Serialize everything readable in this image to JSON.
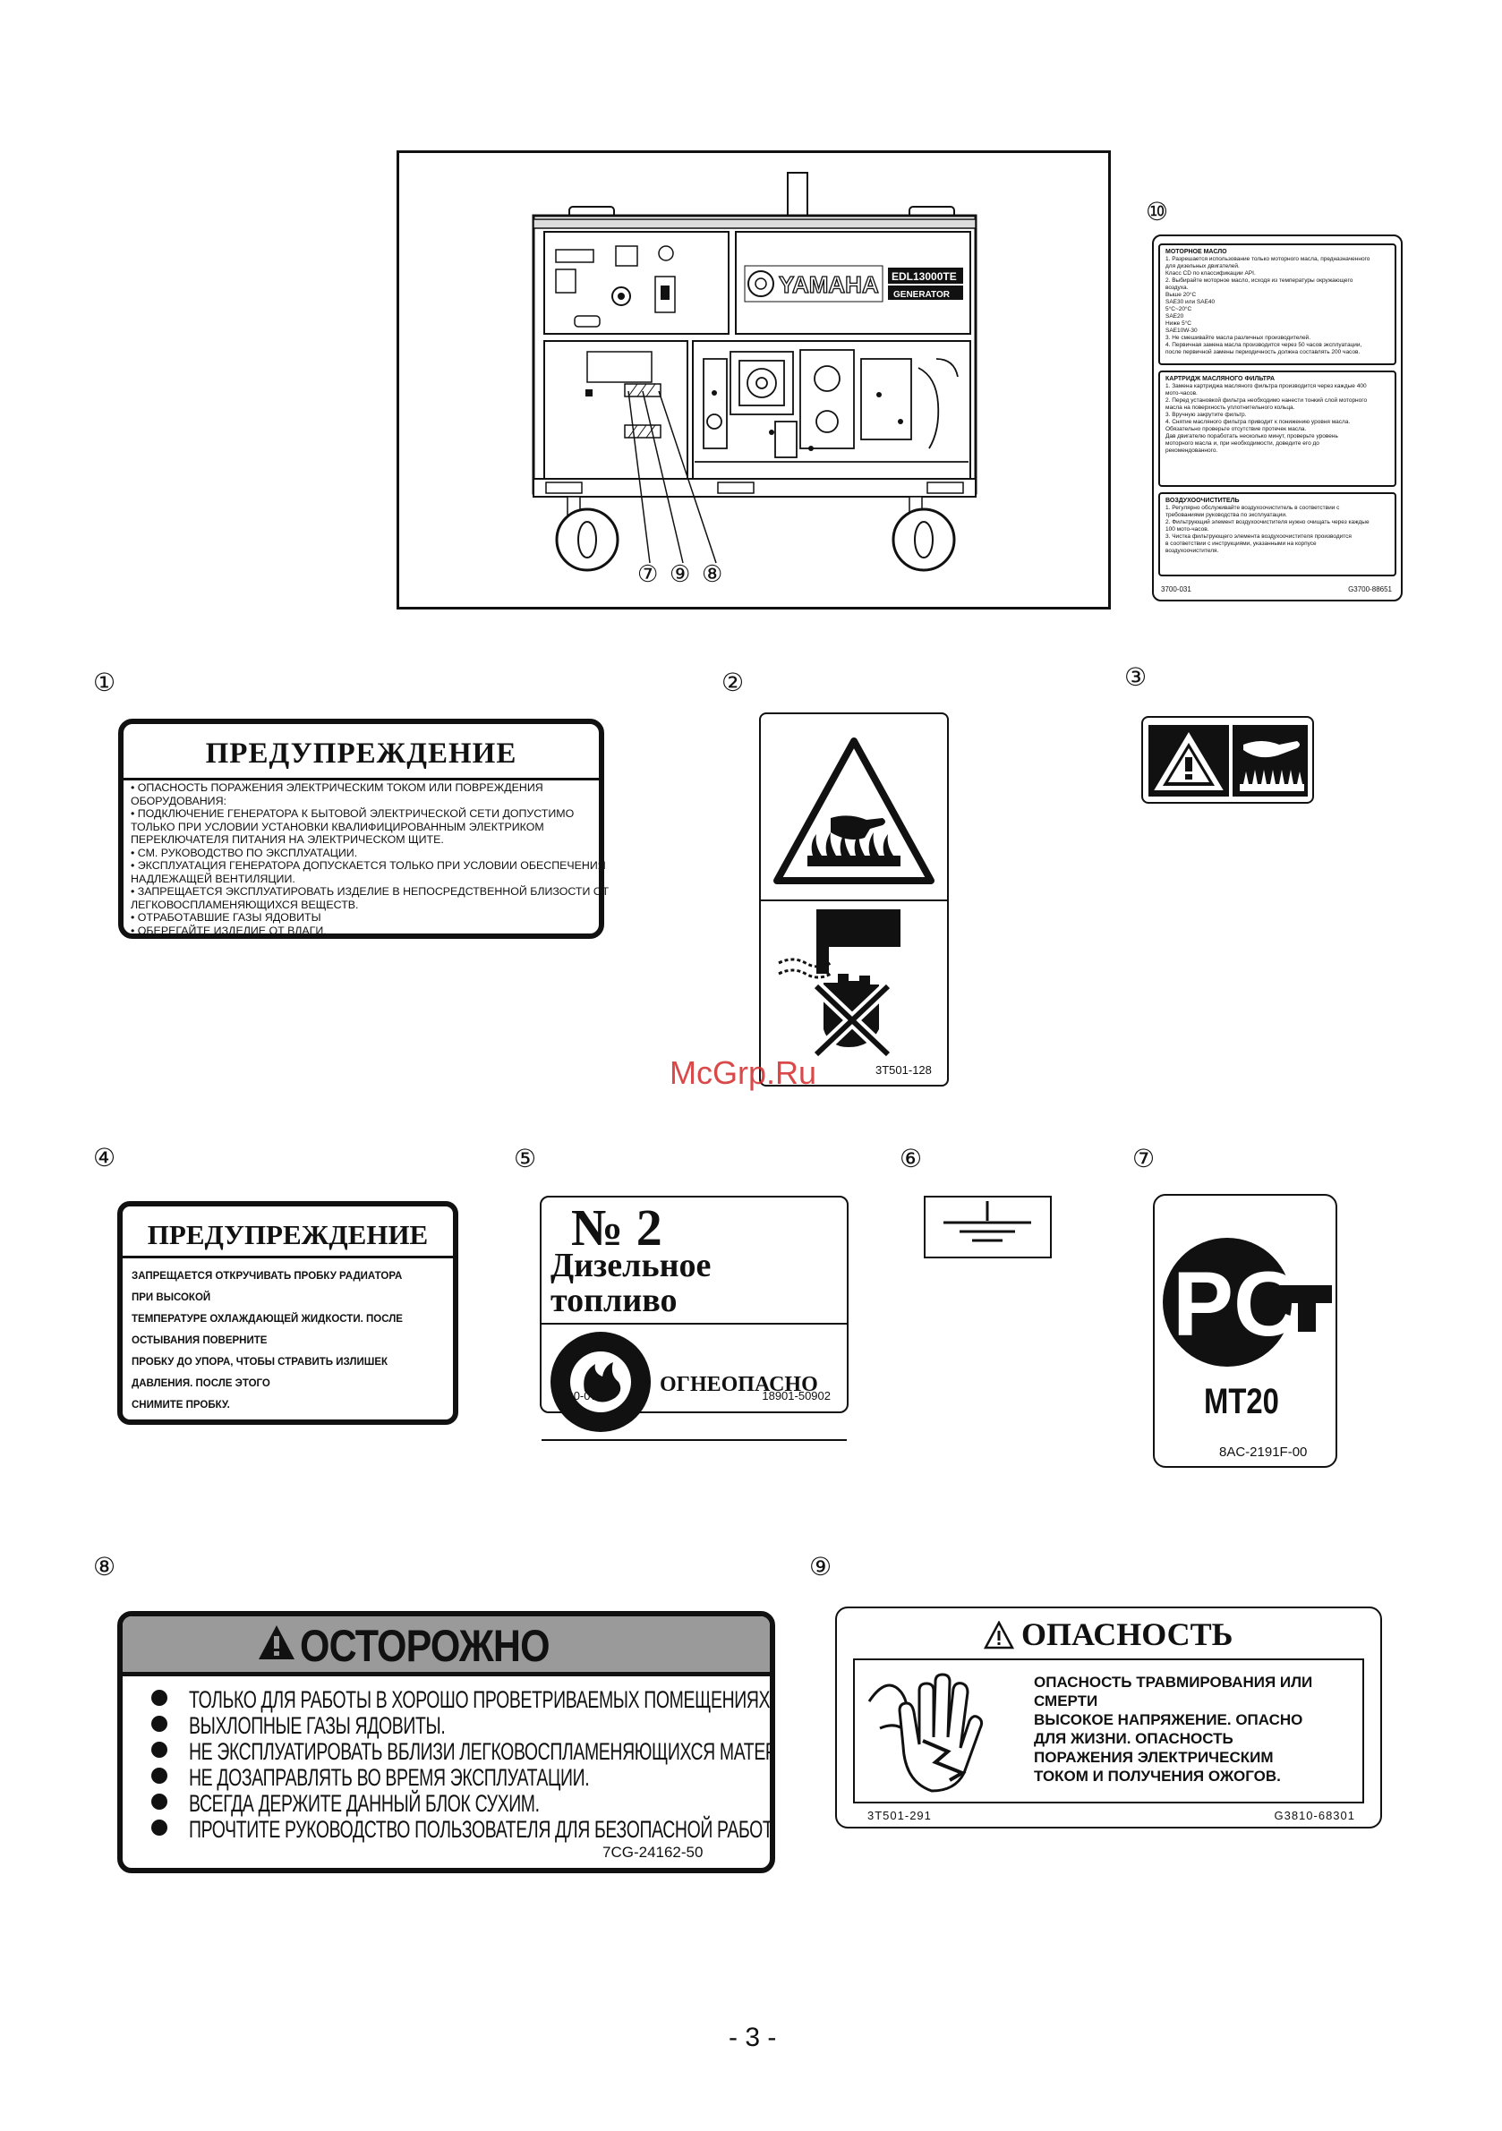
{
  "generator": {
    "brand": "YAMAHA",
    "model": "EDL13000TE",
    "model_sub": "GENERATOR",
    "callouts": [
      "⑦",
      "⑨",
      "⑧"
    ]
  },
  "label_numbers": [
    "①",
    "②",
    "③",
    "④",
    "⑤",
    "⑥",
    "⑦",
    "⑧",
    "⑨",
    "⑩"
  ],
  "label10": {
    "oil": {
      "title": "МОТОРНОЕ МАСЛО",
      "lines": [
        "1. Разрешается использование только моторного масла, предназначенного",
        "   для дизельных двигателей.",
        "   Класс CD по классификации API.",
        "2. Выбирайте моторное масло, исходя из температуры окружающего",
        "   воздуха.",
        "   Выше 20°C",
        "   SAE30 или SAE40",
        "   5°C~20°C",
        "   SAE20",
        "   Ниже 5°C",
        "   SAE10W-30",
        "3. Не смешивайте масла различных производителей.",
        "4. Первичная замена масла производится через 50 часов эксплуатации,",
        "   после первичной замены периодичность должна составлять 200 часов."
      ]
    },
    "filter": {
      "title": "КАРТРИДЖ МАСЛЯНОГО ФИЛЬТРА",
      "lines": [
        "1. Замена картриджа масляного фильтра производится через каждые 400",
        "   мото-часов.",
        "2. Перед установкой фильтра необходимо нанести тонкий слой моторного",
        "   масла на поверхность уплотнительного кольца.",
        "3. Вручную закрутите фильтр.",
        "4. Снятие масляного фильтра приводит к понижению уровня масла.",
        "   Обязательно проверьте отсутствие протечек масла.",
        "   Дав двигателю поработать несколько минут, проверьте уровень",
        "   моторного масла и, при необходимости, доведите его до",
        "   рекомендованного."
      ]
    },
    "air": {
      "title": "ВОЗДУХООЧИСТИТЕЛЬ",
      "lines": [
        "1. Регулярно обслуживайте воздухоочиститель в соответствии с",
        "   требованиями руководства по эксплуатации.",
        "2. Фильтрующий элемент воздухоочистителя нужно очищать через каждые",
        "   100 мото-часов.",
        "3. Чистка фильтрующего элемента воздухоочистителя производится",
        "   в соответствии с инструкциями, указанными на корпусе",
        "   воздухоочистителя."
      ]
    },
    "code_left": "3700-031",
    "code_right": "G3700-88651"
  },
  "label1": {
    "title": "ПРЕДУПРЕЖДЕНИЕ",
    "lines": [
      "•  ОПАСНОСТЬ ПОРАЖЕНИЯ ЭЛЕКТРИЧЕСКИМ ТОКОМ ИЛИ ПОВРЕЖДЕНИЯ",
      "    ОБОРУДОВАНИЯ:",
      "•  ПОДКЛЮЧЕНИЕ ГЕНЕРАТОРА К БЫТОВОЙ ЭЛЕКТРИЧЕСКОЙ СЕТИ ДОПУСТИМО",
      "    ТОЛЬКО ПРИ УСЛОВИИ УСТАНОВКИ КВАЛИФИЦИРОВАННЫМ ЭЛЕКТРИКОМ",
      "    ПЕРЕКЛЮЧАТЕЛЯ ПИТАНИЯ НА ЭЛЕКТРИЧЕСКОМ ЩИТЕ.",
      "•  СМ. РУКОВОДСТВО ПО ЭКСПЛУАТАЦИИ.",
      "•  ЭКСПЛУАТАЦИЯ ГЕНЕРАТОРА ДОПУСКАЕТСЯ ТОЛЬКО ПРИ УСЛОВИИ ОБЕСПЕЧЕНИЯ",
      "    НАДЛЕЖАЩЕЙ ВЕНТИЛЯЦИИ.",
      "•  ЗАПРЕЩАЕТСЯ ЭКСПЛУАТИРОВАТЬ ИЗДЕЛИЕ В НЕПОСРЕДСТВЕННОЙ БЛИЗОСТИ ОТ",
      "    ЛЕГКОВОСПЛАМЕНЯЮЩИХСЯ ВЕЩЕСТВ.",
      "•  ОТРАБОТАВШИЕ ГАЗЫ ЯДОВИТЫ",
      "• ОБЕРЕГАЙТЕ ИЗДЕЛИЕ ОТ ВЛАГИ."
    ]
  },
  "label2": {
    "code": "3T501-128"
  },
  "watermark": "McGrp.Ru",
  "label4": {
    "title": "ПРЕДУПРЕЖДЕНИЕ",
    "lines": [
      "ЗАПРЕЩАЕТСЯ ОТКРУЧИВАТЬ ПРОБКУ РАДИАТОРА",
      "ПРИ ВЫСОКОЙ",
      "ТЕМПЕРАТУРЕ ОХЛАЖДАЮЩЕЙ ЖИДКОСТИ. ПОСЛЕ",
      "ОСТЫВАНИЯ ПОВЕРНИТЕ",
      "ПРОБКУ ДО УПОРА, ЧТОБЫ СТРАВИТЬ ИЗЛИШЕК",
      "ДАВЛЕНИЯ. ПОСЛЕ ЭТОГО",
      "СНИМИТЕ ПРОБКУ."
    ]
  },
  "label5": {
    "number": "№ 2",
    "line1": "Дизельное",
    "line2": "топливо",
    "hazard": "ОГНЕОПАСНО",
    "code_left": "4700-074",
    "code_right": "18901-50902"
  },
  "label7": {
    "mark": "PC",
    "code": "MT20",
    "part": "8AC-2191F-00"
  },
  "label8": {
    "title": "ОСТОРОЖНО",
    "lines": [
      "ТОЛЬКО ДЛЯ РАБОТЫ В ХОРОШО ПРОВЕТРИВАЕМЫХ ПОМЕЩЕНИЯХ.",
      "ВЫХЛОПНЫЕ ГАЗЫ ЯДОВИТЫ.",
      "НЕ ЭКСПЛУАТИРОВАТЬ ВБЛИЗИ ЛЕГКОВОСПЛАМЕНЯЮЩИХСЯ МАТЕРИАЛОВ.",
      "НЕ ДОЗАПРАВЛЯТЬ ВО ВРЕМЯ ЭКСПЛУАТАЦИИ.",
      "ВСЕГДА ДЕРЖИТЕ ДАННЫЙ БЛОК СУХИМ.",
      "ПРОЧТИТЕ РУКОВОДСТВО ПОЛЬЗОВАТЕЛЯ ДЛЯ БЕЗОПАСНОЙ РАБОТЫ."
    ],
    "code": "7CG-24162-50"
  },
  "label9": {
    "title": "ОПАСНОСТЬ",
    "lines": [
      "ОПАСНОСТЬ ТРАВМИРОВАНИЯ ИЛИ",
      "СМЕРТИ",
      "ВЫСОКОЕ НАПРЯЖЕНИЕ. ОПАСНО",
      "ДЛЯ ЖИЗНИ. ОПАСНОСТЬ",
      "ПОРАЖЕНИЯ ЭЛЕКТРИЧЕСКИМ",
      "ТОКОМ И ПОЛУЧЕНИЯ ОЖОГОВ."
    ],
    "code_left": "3T501-291",
    "code_right": "G3810-68301"
  },
  "page_number": "- 3 -"
}
